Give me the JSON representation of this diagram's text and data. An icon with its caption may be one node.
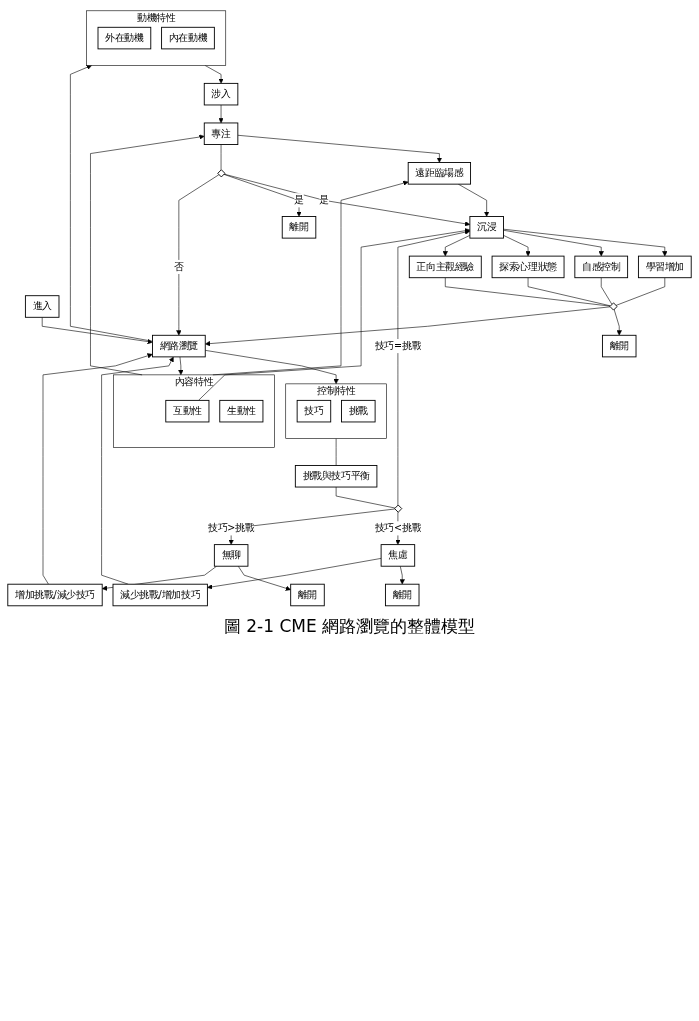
{
  "diagram": {
    "caption": "圖 2-1 CME 網路瀏覽的整體模型",
    "nodes": [
      {
        "text": [
          "進入"
        ]
      },
      {
        "text": [
          "網路瀏覽"
        ]
      },
      {
        "text": [
          "控制特性"
        ]
      },
      {
        "text": [
          "技巧"
        ],
        "in": 2
      },
      {
        "text": [
          "挑戰"
        ],
        "in": 2
      },
      {
        "text": [
          "挑戰與技巧平衡"
        ]
      },
      {
        "text": [],
        "shape": "diamond"
      },
      {
        "text": [
          "焦慮"
        ]
      },
      {
        "text": [
          "無聊"
        ]
      },
      {
        "text": [
          "離開"
        ]
      },
      {
        "text": [
          "離開"
        ]
      },
      {
        "text": [
          "增加挑戰/減少技巧"
        ]
      },
      {
        "text": [
          "減少挑戰/增加技巧"
        ]
      },
      {
        "text": [
          "內容特性"
        ]
      },
      {
        "text": [
          "互動性"
        ],
        "in": 13
      },
      {
        "text": [
          "生動性"
        ],
        "in": 13
      },
      {
        "text": [
          "遠距臨場感"
        ]
      },
      {
        "text": [
          "沉浸"
        ]
      },
      {
        "text": [
          "學習增加"
        ]
      },
      {
        "text": [
          "自感控制"
        ]
      },
      {
        "text": [
          "探索心理狀態"
        ]
      },
      {
        "text": [
          "正向主觀經驗"
        ]
      },
      {
        "text": [
          "動機特性"
        ]
      },
      {
        "text": [
          "外在動機"
        ],
        "in": 22
      },
      {
        "text": [
          "內在動機"
        ],
        "in": 22
      },
      {
        "text": [
          "涉入"
        ]
      },
      {
        "text": [
          "專注"
        ]
      },
      {
        "text": [],
        "shape": "diamond"
      },
      {
        "text": [
          "離開"
        ]
      },
      {
        "text": [],
        "shape": "diamond"
      },
      {
        "text": [
          "離開"
        ]
      }
    ],
    "edges": [
      {
        "from": 0,
        "to": 1,
        "arrow": "to"
      },
      {
        "from": 1,
        "to": 2,
        "arrow": "to"
      },
      {
        "from": 1,
        "to": 13,
        "arrow": "to"
      },
      {
        "from": 1,
        "to": 22,
        "arrow": "to"
      },
      {
        "from": 2,
        "to": 5,
        "arrow": "none"
      },
      {
        "from": 5,
        "to": 6,
        "arrow": "none"
      },
      {
        "from": 6,
        "to": 7,
        "arrow": "to",
        "label": "技巧<挑戰"
      },
      {
        "from": 6,
        "to": 8,
        "arrow": "to",
        "label": "技巧>挑戰"
      },
      {
        "from": 6,
        "to": 17,
        "arrow": "to",
        "label": "技巧=挑戰"
      },
      {
        "from": 7,
        "to": 9,
        "arrow": "to"
      },
      {
        "from": 7,
        "to": 12,
        "arrow": "to"
      },
      {
        "from": 8,
        "to": 10,
        "arrow": "to"
      },
      {
        "from": 8,
        "to": 11,
        "arrow": "to"
      },
      {
        "from": 11,
        "to": 1,
        "arrow": "to"
      },
      {
        "from": 12,
        "to": 1,
        "arrow": "to"
      },
      {
        "from": 13,
        "to": 16,
        "arrow": "to"
      },
      {
        "from": 13,
        "to": 26,
        "arrow": "to"
      },
      {
        "from": 14,
        "to": 17,
        "arrow": "to"
      },
      {
        "from": 16,
        "to": 17,
        "arrow": "to"
      },
      {
        "from": 22,
        "to": 25,
        "arrow": "to"
      },
      {
        "from": 25,
        "to": 26,
        "arrow": "to"
      },
      {
        "from": 26,
        "to": 16,
        "arrow": "to"
      },
      {
        "from": 26,
        "to": 27,
        "arrow": "none"
      },
      {
        "from": 27,
        "to": 17,
        "arrow": "to",
        "label": "是"
      },
      {
        "from": 27,
        "to": 28,
        "arrow": "to",
        "label": "是"
      },
      {
        "from": 27,
        "to": 1,
        "arrow": "to",
        "label": "否"
      },
      {
        "from": 17,
        "to": 18,
        "arrow": "to"
      },
      {
        "from": 17,
        "to": 19,
        "arrow": "to"
      },
      {
        "from": 17,
        "to": 20,
        "arrow": "to"
      },
      {
        "from": 17,
        "to": 21,
        "arrow": "to"
      },
      {
        "from": 18,
        "to": 29,
        "arrow": "none"
      },
      {
        "from": 19,
        "to": 29,
        "arrow": "none"
      },
      {
        "from": 20,
        "to": 29,
        "arrow": "none"
      },
      {
        "from": 21,
        "to": 29,
        "arrow": "none"
      },
      {
        "from": 29,
        "to": 30,
        "arrow": "to"
      },
      {
        "from": 29,
        "to": 1,
        "arrow": "to"
      }
    ]
  }
}
